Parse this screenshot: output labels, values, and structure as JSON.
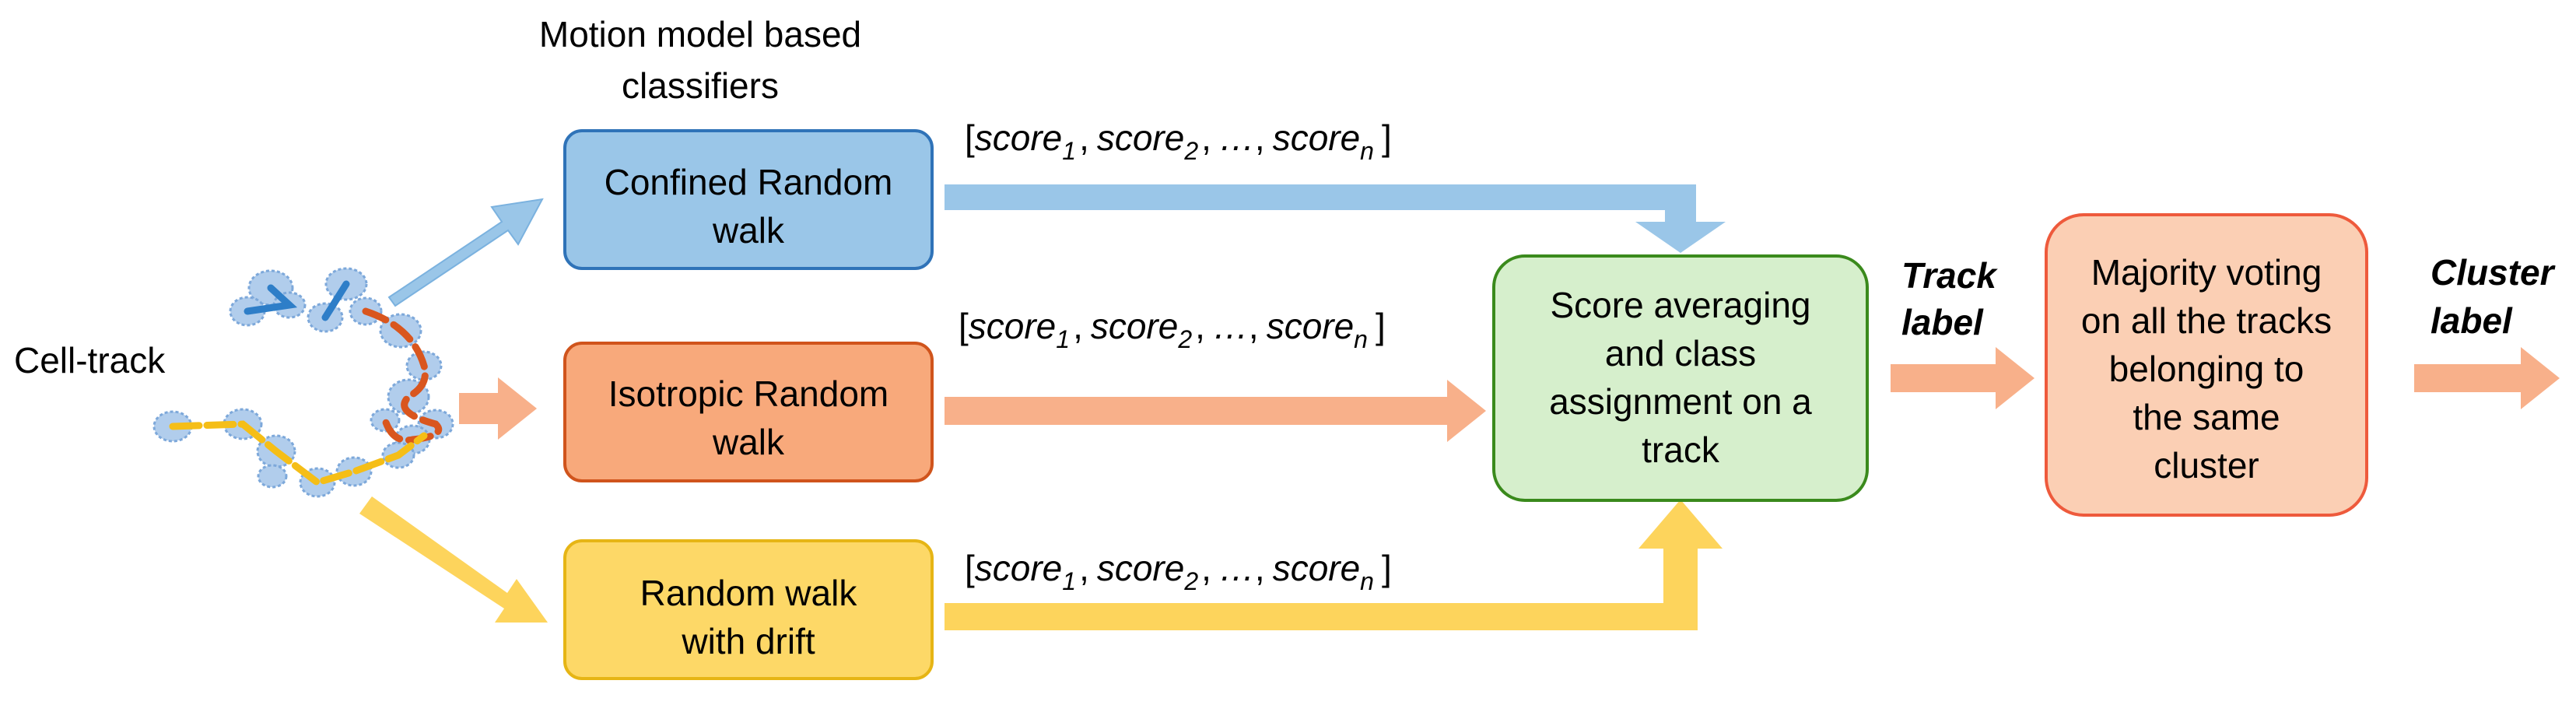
{
  "input_label": "Cell-track",
  "classifiers_heading": [
    "Motion model based",
    "classifiers"
  ],
  "classifiers": [
    {
      "label_lines": [
        "Confined Random",
        "walk"
      ],
      "fill": "#9ac6e8",
      "stroke": "#2f73b8"
    },
    {
      "label_lines": [
        "Isotropic Random",
        "walk"
      ],
      "fill": "#f8a97b",
      "stroke": "#d0541c"
    },
    {
      "label_lines": [
        "Random walk",
        "with drift"
      ],
      "fill": "#fdd867",
      "stroke": "#e6b515"
    }
  ],
  "score_vector": {
    "open": "[",
    "term": "score",
    "subs": [
      "1",
      "2",
      "n"
    ],
    "sep": ",",
    "ellipsis": "…",
    "close": "]"
  },
  "averaging_box": {
    "label_lines": [
      "Score averaging",
      "and class",
      "assignment on a",
      "track"
    ],
    "fill": "#d6efcc",
    "stroke": "#3a8a1c"
  },
  "track_label": [
    "Track",
    "label"
  ],
  "voting_box": {
    "label_lines": [
      "Majority voting",
      "on all the tracks",
      "belonging to",
      "the same",
      "cluster"
    ],
    "fill": "#fbcfb4",
    "stroke": "#ee5a3c"
  },
  "cluster_label": [
    "Cluster",
    "label"
  ],
  "arrow_colors": {
    "blue": "#9ac6e8",
    "orange": "#f8b08a",
    "yellow": "#fdd45c"
  }
}
